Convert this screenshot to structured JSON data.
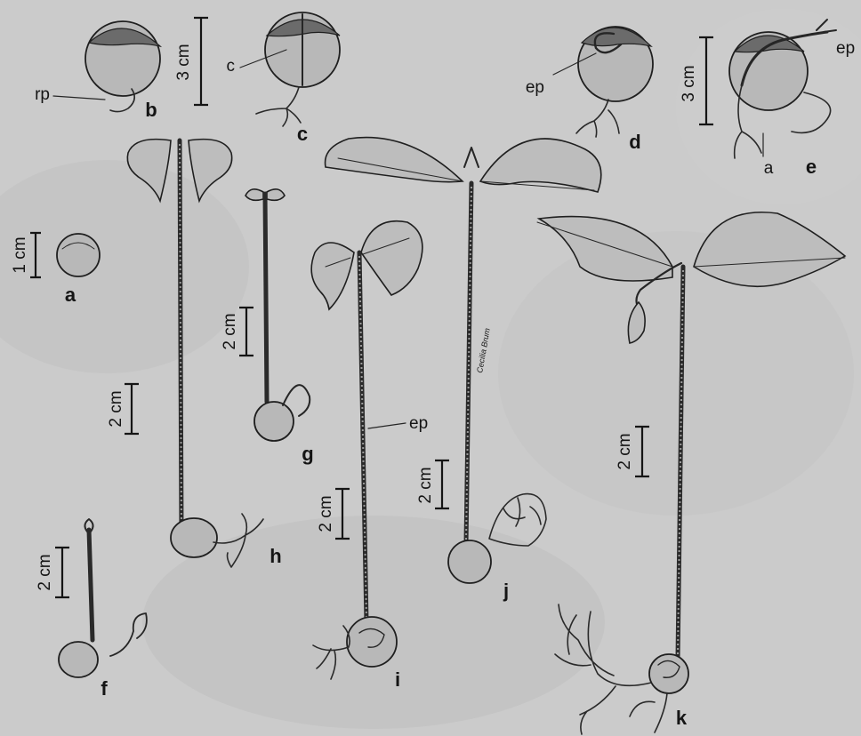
{
  "figure": {
    "panel_labels": {
      "a": "a",
      "b": "b",
      "c": "c",
      "d": "d",
      "e": "e",
      "f": "f",
      "g": "g",
      "h": "h",
      "i": "i",
      "j": "j",
      "k": "k"
    },
    "pointer_labels": {
      "rp": "rp",
      "c": "c",
      "ep_d": "ep",
      "ep_e": "ep",
      "a_e": "a",
      "ep_i": "ep"
    },
    "scale_bars": {
      "bar_1cm": "1 cm",
      "bar_3cm_left": "3 cm",
      "bar_3cm_right": "3 cm",
      "bar_2cm_h": "2 cm",
      "bar_2cm_g": "2 cm",
      "bar_2cm_f": "2 cm",
      "bar_2cm_i": "2 cm",
      "bar_2cm_j": "2 cm",
      "bar_2cm_k": "2 cm"
    },
    "signature": "Cecilia Brum"
  }
}
